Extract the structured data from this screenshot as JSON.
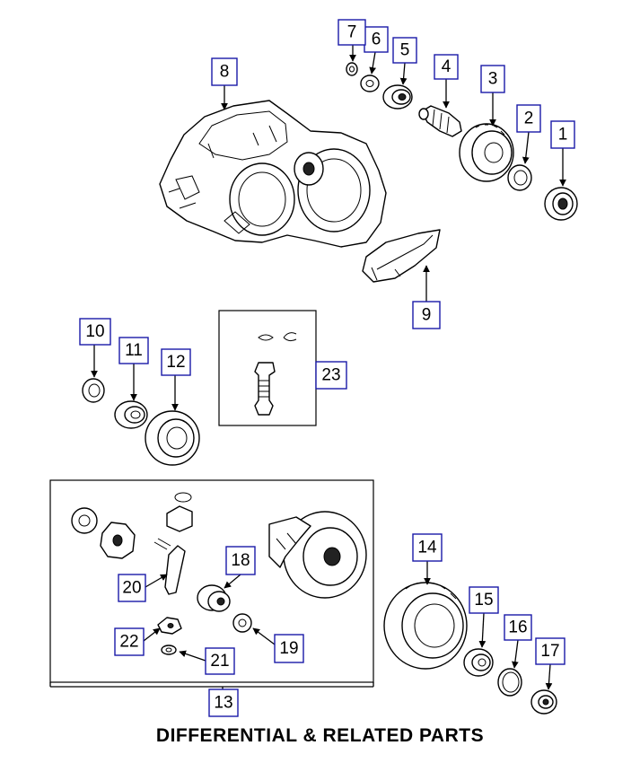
{
  "title": "DIFFERENTIAL & RELATED PARTS",
  "colors": {
    "callout_border": "#1a1aa8",
    "line": "#000000",
    "background": "#ffffff"
  },
  "callouts": [
    "1",
    "2",
    "3",
    "4",
    "5",
    "6",
    "7",
    "8",
    "9",
    "10",
    "11",
    "12",
    "13",
    "14",
    "15",
    "16",
    "17",
    "18",
    "19",
    "20",
    "21",
    "22",
    "23"
  ]
}
